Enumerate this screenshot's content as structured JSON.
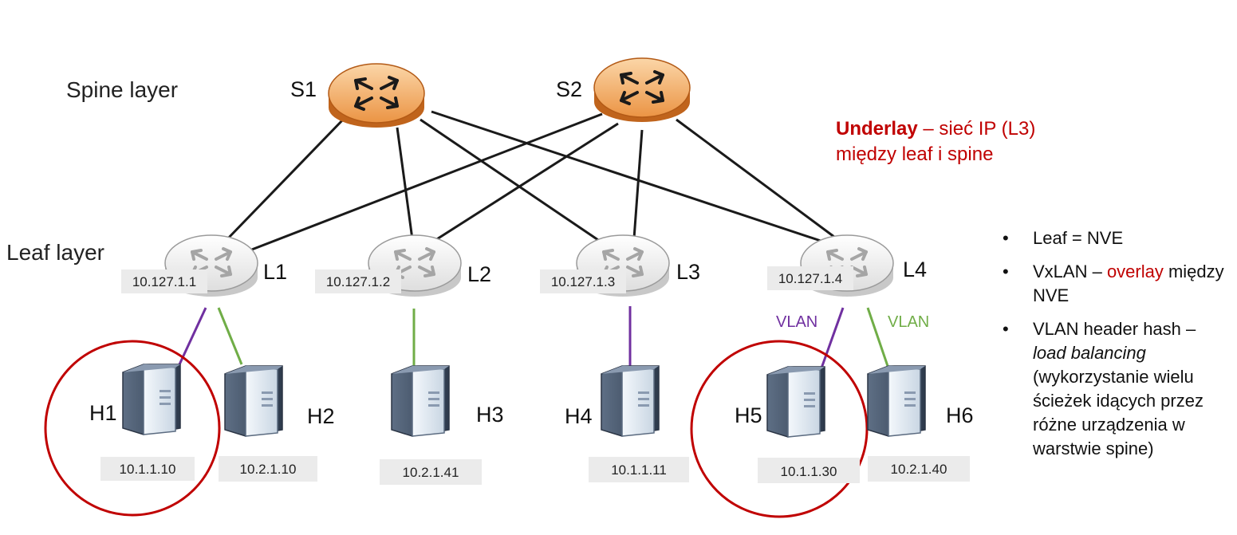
{
  "layers": {
    "spine": "Spine  layer",
    "leaf": "Leaf layer"
  },
  "spines": [
    {
      "name": "S1"
    },
    {
      "name": "S2"
    }
  ],
  "leaves": [
    {
      "name": "L1",
      "ip": "10.127.1.1"
    },
    {
      "name": "L2",
      "ip": "10.127.1.2"
    },
    {
      "name": "L3",
      "ip": "10.127.1.3"
    },
    {
      "name": "L4",
      "ip": "10.127.1.4"
    }
  ],
  "hosts": [
    {
      "name": "H1",
      "ip": "10.1.1.10"
    },
    {
      "name": "H2",
      "ip": "10.2.1.10"
    },
    {
      "name": "H3",
      "ip": "10.2.1.41"
    },
    {
      "name": "H4",
      "ip": "10.1.1.11"
    },
    {
      "name": "H5",
      "ip": "10.1.1.30"
    },
    {
      "name": "H6",
      "ip": "10.2.1.40"
    }
  ],
  "vlan_labels": {
    "purple": "VLAN",
    "green": "VLAN"
  },
  "underlay": {
    "title": "Underlay",
    "rest": " – sieć IP (L3)",
    "line2": "między leaf i spine"
  },
  "bullets": {
    "b1": "Leaf = NVE",
    "b2_pre": "VxLAN – ",
    "b2_red": "overlay",
    "b2_post": " między NVE",
    "b3_pre": "VLAN header hash – ",
    "b3_ital": "load balancing",
    "b3_post": " (wykorzystanie wielu ścieżek idących przez różne urządzenia w warstwie spine)"
  },
  "colors": {
    "spine_router": "#e8923a",
    "leaf_router": "#eeeeee",
    "link": "#1a1a1a",
    "vlan_purple": "#7030a0",
    "vlan_green": "#70ad47",
    "highlight": "#c00000"
  },
  "icons": {
    "spine": "router-icon",
    "leaf": "router-icon",
    "host": "server-icon"
  }
}
